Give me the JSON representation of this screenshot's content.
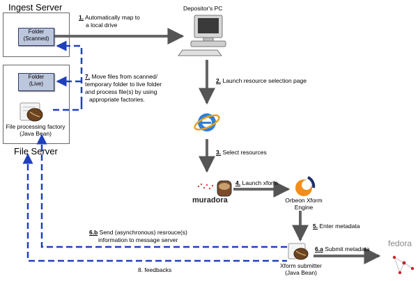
{
  "servers": {
    "ingest_title": "Ingest Server",
    "file_title": "File Server",
    "folder_scanned": [
      "Folder",
      "(Scanned)"
    ],
    "folder_live": [
      "Folder",
      "(Live)"
    ],
    "factory_label": [
      "File processing factory",
      "(Java Bean)"
    ]
  },
  "nodes": {
    "pc_label": "Depositor's PC",
    "muradora_label": "muradora",
    "orbeon_label": [
      "Orbeon Xform",
      "Engine"
    ],
    "submitter_label": [
      "Xform submitter",
      "(Java Bean)"
    ],
    "fedora_label": "fedora"
  },
  "steps": {
    "s1_num": "1.",
    "s1_text": [
      "Automatically map to",
      "a local drive"
    ],
    "s2_num": "2.",
    "s2_text": "Launch resource selection page",
    "s3_num": "3.",
    "s3_text": "Select resources",
    "s4_num": "4.",
    "s4_text": "Launch xform",
    "s5_num": "5.",
    "s5_text": "Enter metadata",
    "s6a_num": "6.a",
    "s6a_text": "Submit metadata",
    "s6b_num": "6.b",
    "s6b_text": [
      "Send (asynchronous) resrouce(s)",
      "information to message server"
    ],
    "s7_num": "7.",
    "s7_text": [
      "Move files from scanned/",
      "temporary folder to live folder",
      "and process file(s) by using",
      "appropriate factories."
    ],
    "s8_text": "8. feedbacks"
  },
  "colors": {
    "solid_arrow": "#555555",
    "dashed_arrow": "#1f3fbf",
    "folder_fill": "#bcc6dc"
  }
}
